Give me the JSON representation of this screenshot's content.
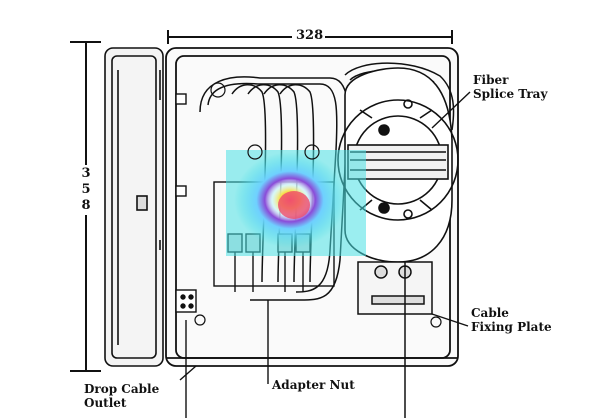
{
  "diagram": {
    "dimensions": {
      "width": "328",
      "height_digits": [
        "3",
        "5",
        "8"
      ]
    },
    "labels": {
      "fiber_splice_tray": [
        "Fiber",
        "Splice Tray"
      ],
      "cable_fixing_plate": [
        "Cable",
        "Fixing Plate"
      ],
      "drop_cable_outlet": [
        "Drop Cable",
        "Outlet"
      ],
      "adapter_nut": "Adapter Nut"
    },
    "colors": {
      "line": "#111111",
      "box_fill": "#e9e9e9",
      "heat_cyan": "#48e0e4",
      "heat_purple": "#8a4bd8",
      "heat_yellow": "#f6e94a",
      "heat_red": "#ef4a6a"
    }
  }
}
